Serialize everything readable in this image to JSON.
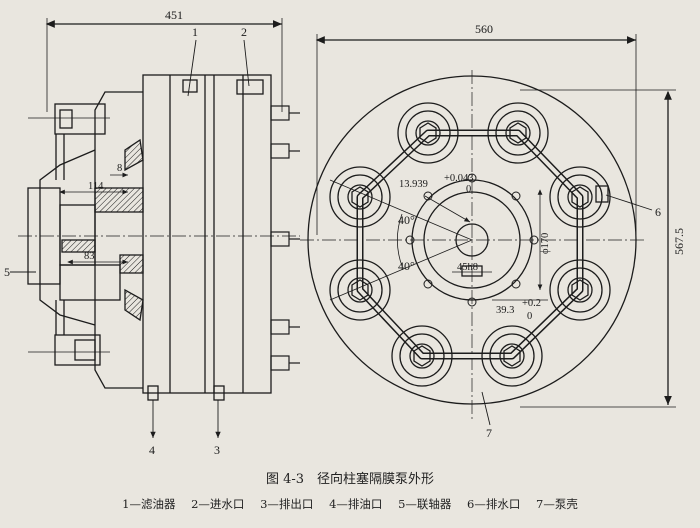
{
  "figure": {
    "caption": "图 4-3　径向柱塞隔膜泵外形",
    "legend": [
      "1—滤油器",
      "2—进水口",
      "3—排出口",
      "4—排油口",
      "5—联轴器",
      "6—排水口",
      "7—泵壳"
    ]
  },
  "dimensions": {
    "d451": "451",
    "d560": "560",
    "d567_5": "567.5",
    "d114": "114",
    "d8": "8",
    "d83": "83",
    "d13939": "13.939",
    "tol_plus_0043": "+0.043",
    "tol_zero_a": "0",
    "angle_40_a": "40°",
    "angle_40_b": "40°",
    "d45h8": "45h8",
    "phi170": "ϕ170",
    "d39_3": "39.3",
    "tol_plus_02": "+0.2",
    "tol_zero_b": "0"
  },
  "callouts": {
    "c1": "1",
    "c2": "2",
    "c3": "3",
    "c4": "4",
    "c5": "5",
    "c6": "6",
    "c7": "7"
  },
  "colors": {
    "ink": "#1c1c1c",
    "paper": "#e9e6df"
  }
}
